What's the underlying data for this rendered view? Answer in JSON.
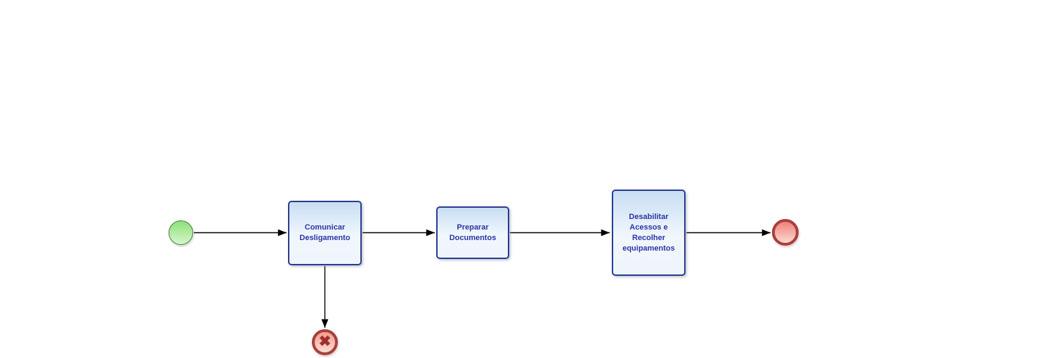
{
  "diagram": {
    "type": "bpmn-process",
    "tasks": [
      {
        "label": "Comunicar Desligamento"
      },
      {
        "label": "Preparar Documentos"
      },
      {
        "label": "Desabilitar Acessos e Recolher equipamentos"
      }
    ],
    "events": {
      "start": {
        "type": "start-event"
      },
      "end": {
        "type": "end-event"
      },
      "cancel": {
        "type": "cancel-end-event",
        "icon": "x-cross-icon",
        "icon_glyph": "✖"
      }
    },
    "flows_count": 5,
    "colors": {
      "task_border": "#2b3b8f",
      "task_fill_top": "#c8def3",
      "task_fill_mid": "#f1f7fc",
      "task_fill_bottom": "#eef5fb",
      "task_text": "#2b35a5",
      "start_border": "#4c7a41",
      "start_fill_top": "#8ee07c",
      "start_fill_bottom": "#d6f7ca",
      "end_border": "#a8403b",
      "end_fill_top": "#ef837b",
      "end_fill_bottom": "#fbd9d0",
      "cancel_fill_top": "#f29d92",
      "cancel_fill_bottom": "#fcdcd4",
      "cancel_x": "#9e2f2a",
      "flow": "#000000"
    }
  }
}
